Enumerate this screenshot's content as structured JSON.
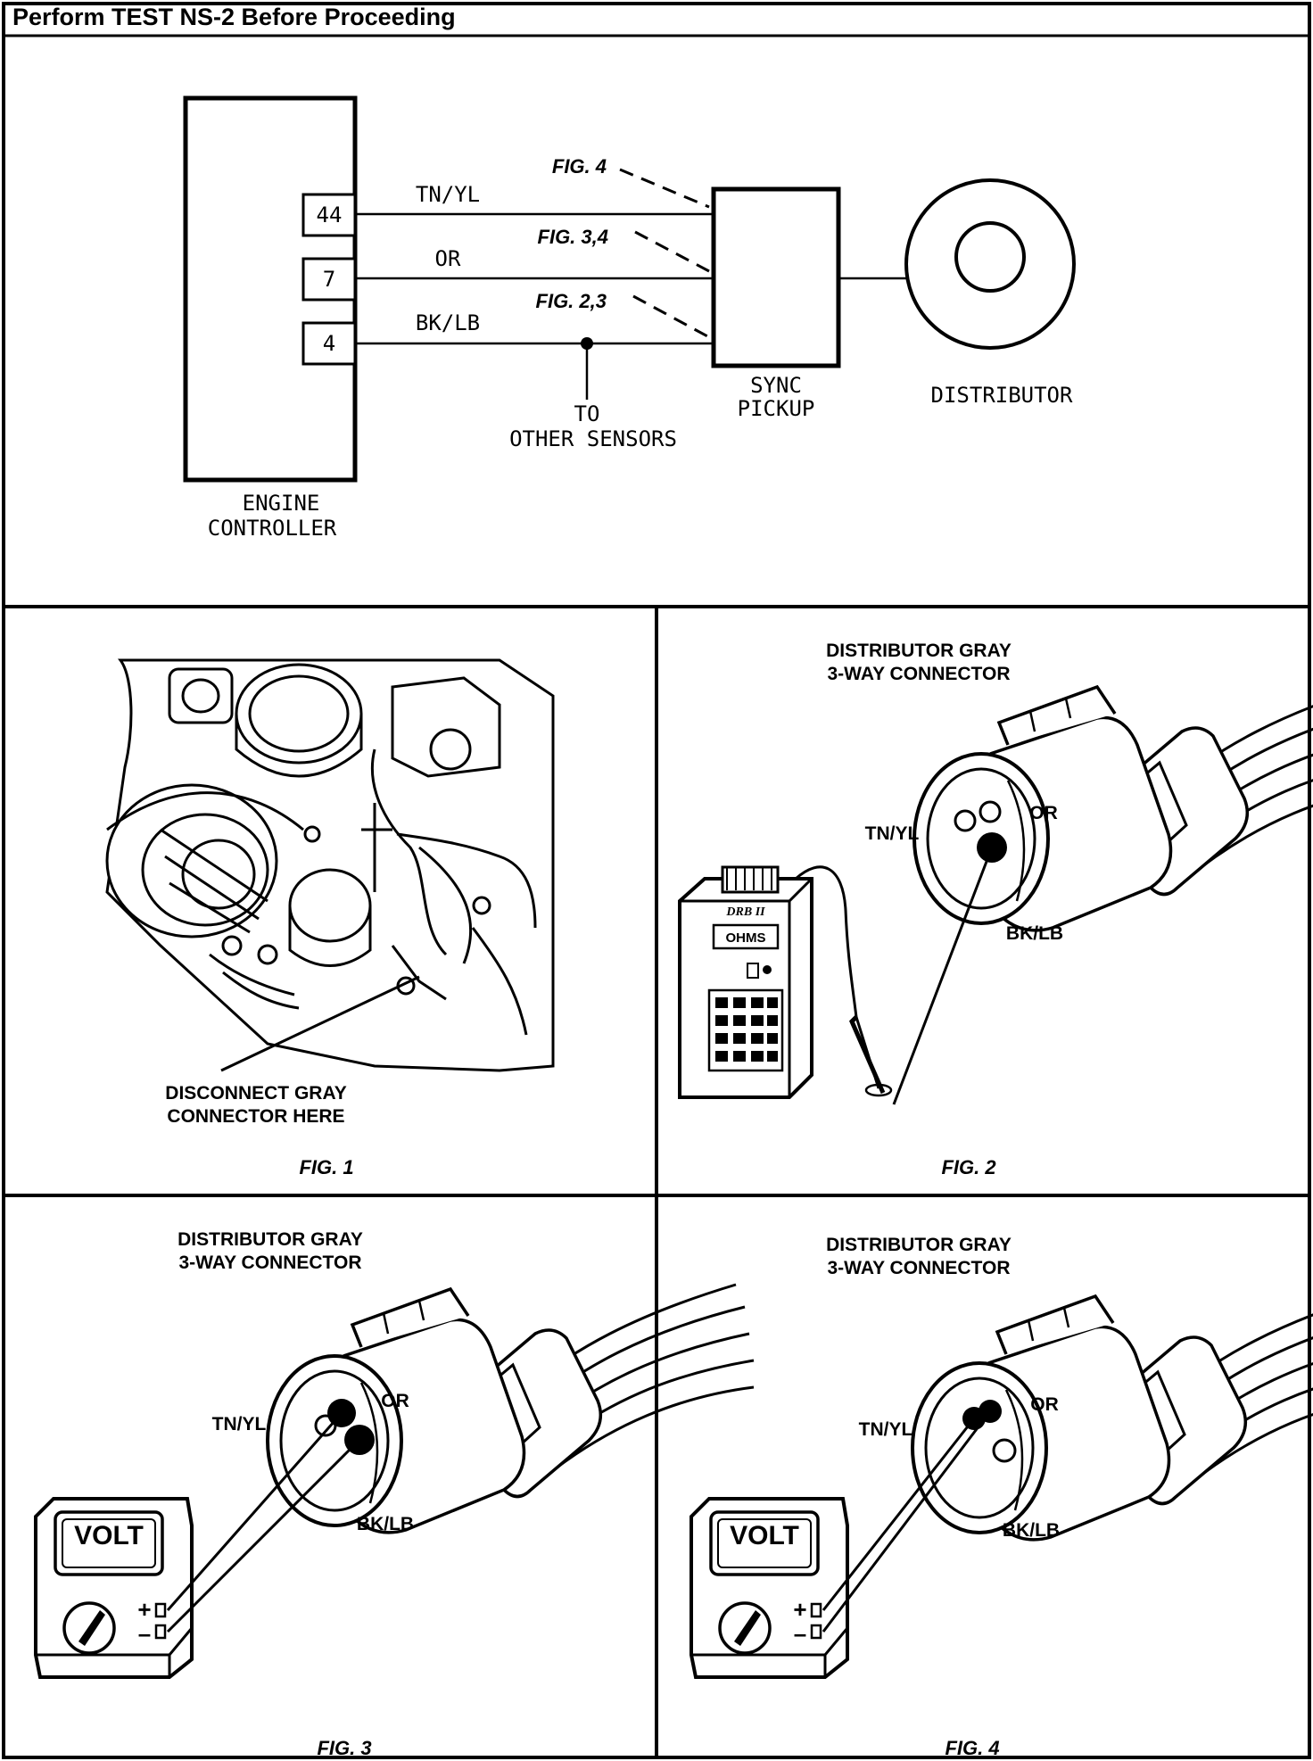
{
  "header": {
    "title": "Perform TEST NS-2 Before Proceeding"
  },
  "schematic": {
    "controller_label_1": "ENGINE",
    "controller_label_2": "CONTROLLER",
    "pins": [
      "44",
      "7",
      "4"
    ],
    "wires": [
      "TN/YL",
      "OR",
      "BK/LB"
    ],
    "fig_refs": [
      "FIG. 4",
      "FIG. 3,4",
      "FIG. 2,3"
    ],
    "sync_label_1": "SYNC",
    "sync_label_2": "PICKUP",
    "distributor_label": "DISTRIBUTOR",
    "to_label_1": "TO",
    "to_label_2": "OTHER SENSORS"
  },
  "fig1": {
    "caption_1": "DISCONNECT GRAY",
    "caption_2": "CONNECTOR HERE",
    "fig_label": "FIG. 1"
  },
  "fig2": {
    "title_1": "DISTRIBUTOR GRAY",
    "title_2": "3-WAY CONNECTOR",
    "tnyl": "TN/YL",
    "or": "OR",
    "bklb": "BK/LB",
    "tool_brand": "DRB II",
    "tool_display": "OHMS",
    "fig_label": "FIG. 2"
  },
  "fig3": {
    "title_1": "DISTRIBUTOR GRAY",
    "title_2": "3-WAY CONNECTOR",
    "tnyl": "TN/YL",
    "or": "OR",
    "bklb": "BK/LB",
    "meter_display": "VOLT",
    "plus": "+",
    "minus": "–",
    "fig_label": "FIG. 3"
  },
  "fig4": {
    "title_1": "DISTRIBUTOR GRAY",
    "title_2": "3-WAY CONNECTOR",
    "tnyl": "TN/YL",
    "or": "OR",
    "bklb": "BK/LB",
    "meter_display": "VOLT",
    "plus": "+",
    "minus": "–",
    "fig_label": "FIG. 4"
  }
}
